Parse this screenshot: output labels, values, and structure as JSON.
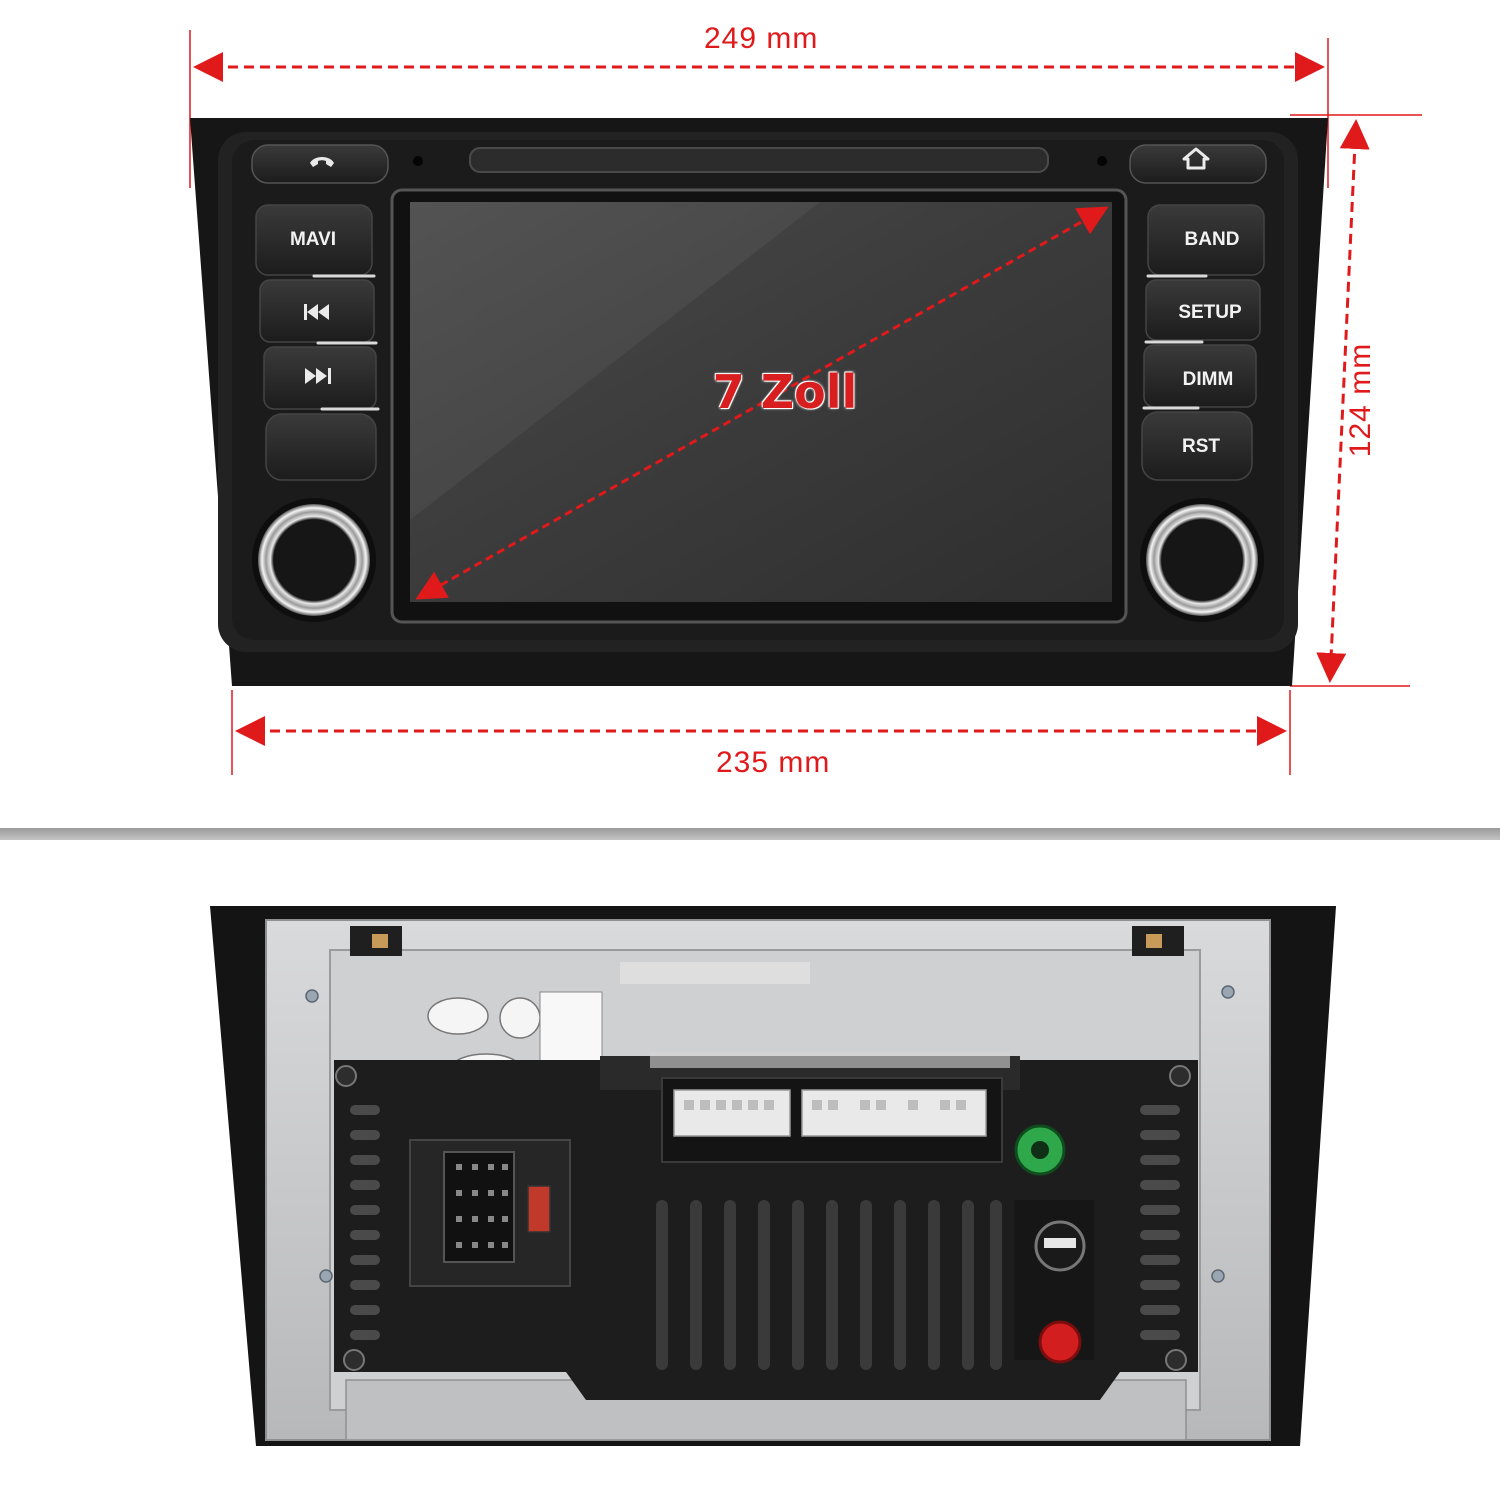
{
  "dimensions": {
    "top_width": "249 mm",
    "bottom_width": "235 mm",
    "height": "124 mm",
    "diagonal": "7 Zoll"
  },
  "left_buttons": {
    "mavi": "MAVI"
  },
  "right_buttons": {
    "band": "BAND",
    "setup": "SETUP",
    "dimm": "DIMM",
    "rst": "RST"
  },
  "icons": {
    "phone": "phone-icon",
    "home": "home-icon",
    "prev": "skip-back-icon",
    "next": "skip-forward-icon"
  },
  "colors": {
    "dimension_red": "#e0191b",
    "bezel": "#1b1b1b",
    "screen": "#3e3e3e",
    "separator": "#a9a9a9",
    "chassis": "#c9cacc"
  }
}
